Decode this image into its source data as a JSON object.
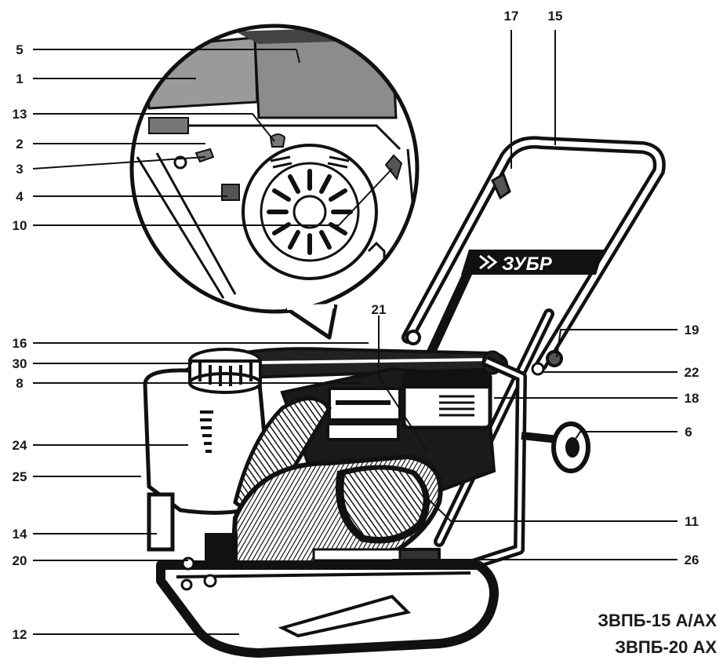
{
  "brand": {
    "logo_text": "ЗУБР"
  },
  "models": [
    "ЗВПБ-15 А/АХ",
    "ЗВПБ-20 АХ"
  ],
  "callouts": [
    {
      "id": "1"
    },
    {
      "id": "2"
    },
    {
      "id": "3"
    },
    {
      "id": "4"
    },
    {
      "id": "5"
    },
    {
      "id": "6"
    },
    {
      "id": "8"
    },
    {
      "id": "10"
    },
    {
      "id": "11"
    },
    {
      "id": "12"
    },
    {
      "id": "13"
    },
    {
      "id": "14"
    },
    {
      "id": "15"
    },
    {
      "id": "16"
    },
    {
      "id": "17"
    },
    {
      "id": "18"
    },
    {
      "id": "19"
    },
    {
      "id": "20"
    },
    {
      "id": "21"
    },
    {
      "id": "22"
    },
    {
      "id": "24"
    },
    {
      "id": "25"
    },
    {
      "id": "26"
    },
    {
      "id": "30"
    }
  ]
}
